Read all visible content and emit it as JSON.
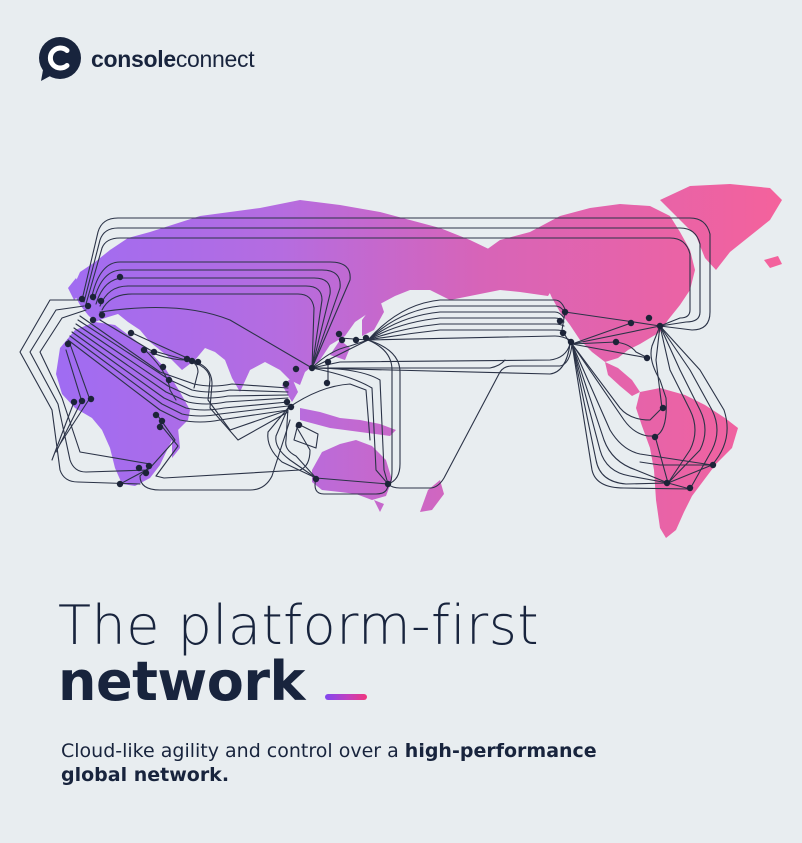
{
  "brand": {
    "name_bold": "console",
    "name_light": "connect",
    "logo_icon": "speech-bubble-c-icon",
    "dark_color": "#18243d"
  },
  "hero": {
    "headline_line1": "The platform-first",
    "headline_line2": "network",
    "accent_gradient": [
      "#8047f0",
      "#f0367d"
    ],
    "subtext_regular": "Cloud-like agility and control over a ",
    "subtext_bold_1": "high-performance",
    "subtext_bold_2": "global network."
  },
  "map": {
    "description": "Stylized world map (Pacific-centered, Europe/Africa left, Americas right) with purple-to-pink gradient landmasses and dark network route lines connecting node dots",
    "gradient_start": "#9b6cf5",
    "gradient_mid": "#c36ad2",
    "gradient_end": "#f4619a",
    "route_color": "#2b3347",
    "node_color": "#1c2438",
    "background": "#e8edf0"
  }
}
